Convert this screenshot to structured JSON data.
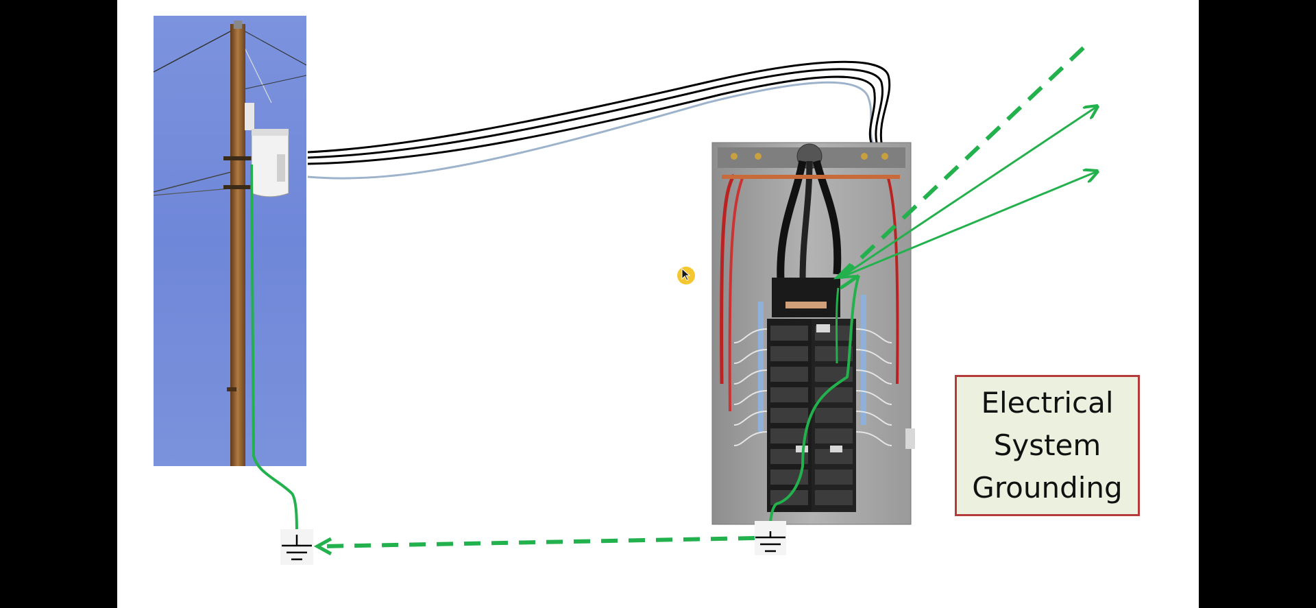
{
  "title": {
    "lines": [
      "Electrical",
      "System",
      "Grounding"
    ]
  },
  "colors": {
    "ground_wire": "#22b14c",
    "title_box_fill": "#ebf1de",
    "title_box_border": "#b63a3a",
    "neutral_wire": "#9db3cc",
    "hot_wire": "#000000",
    "sky": "#6f89d9"
  },
  "icons": [
    "utility-pole-photo",
    "breaker-panel-photo",
    "ground-symbol-icon",
    "mouse-cursor-icon"
  ]
}
